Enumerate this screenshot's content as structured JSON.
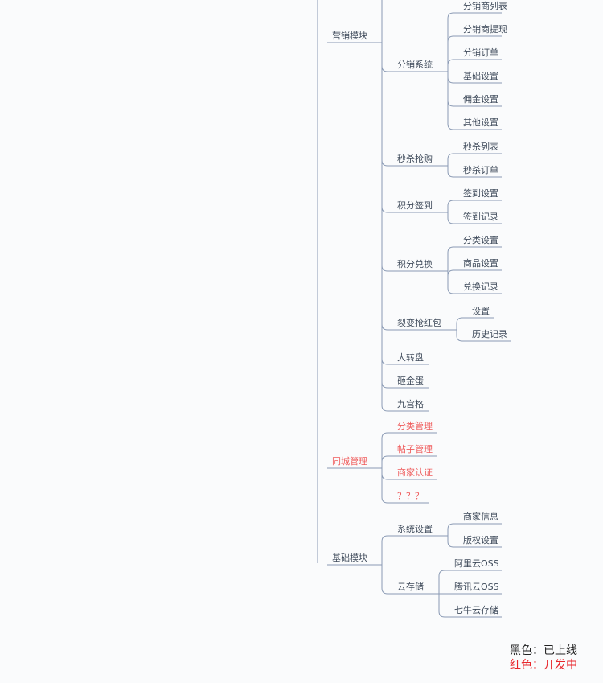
{
  "nodes": {
    "marketing": "营销模块",
    "distribution": "分销系统",
    "dist_list": "分销商列表",
    "dist_withdraw": "分销商提现",
    "dist_order": "分销订单",
    "dist_basic": "基础设置",
    "dist_commission": "佣金设置",
    "dist_other": "其他设置",
    "seckill": "秒杀抢购",
    "seckill_list": "秒杀列表",
    "seckill_order": "秒杀订单",
    "points_signin": "积分签到",
    "signin_settings": "签到设置",
    "signin_records": "签到记录",
    "points_exchange": "积分兑换",
    "category_settings": "分类设置",
    "product_settings": "商品设置",
    "exchange_records": "兑换记录",
    "fission": "裂变抢红包",
    "fission_settings": "设置",
    "fission_history": "历史记录",
    "wheel": "大转盘",
    "golden_egg": "砸金蛋",
    "nine_grid": "九宫格",
    "local": "同城管理",
    "local_category": "分类管理",
    "local_posts": "帖子管理",
    "local_merchant": "商家认证",
    "local_unknown": "？？？",
    "basic": "基础模块",
    "system_settings": "系统设置",
    "merchant_info": "商家信息",
    "copyright": "版权设置",
    "cloud_storage": "云存储",
    "aliyun": "阿里云OSS",
    "tencent": "腾讯云OSS",
    "qiniu": "七牛云存储"
  },
  "legend": {
    "black": "黑色：已上线",
    "red": "红色：开发中"
  },
  "colors": {
    "line": "#8a9ab4",
    "text": "#3e4a5a",
    "dev": "#ef5b5b",
    "legend_black": "#222222",
    "legend_red": "#e8262b"
  }
}
